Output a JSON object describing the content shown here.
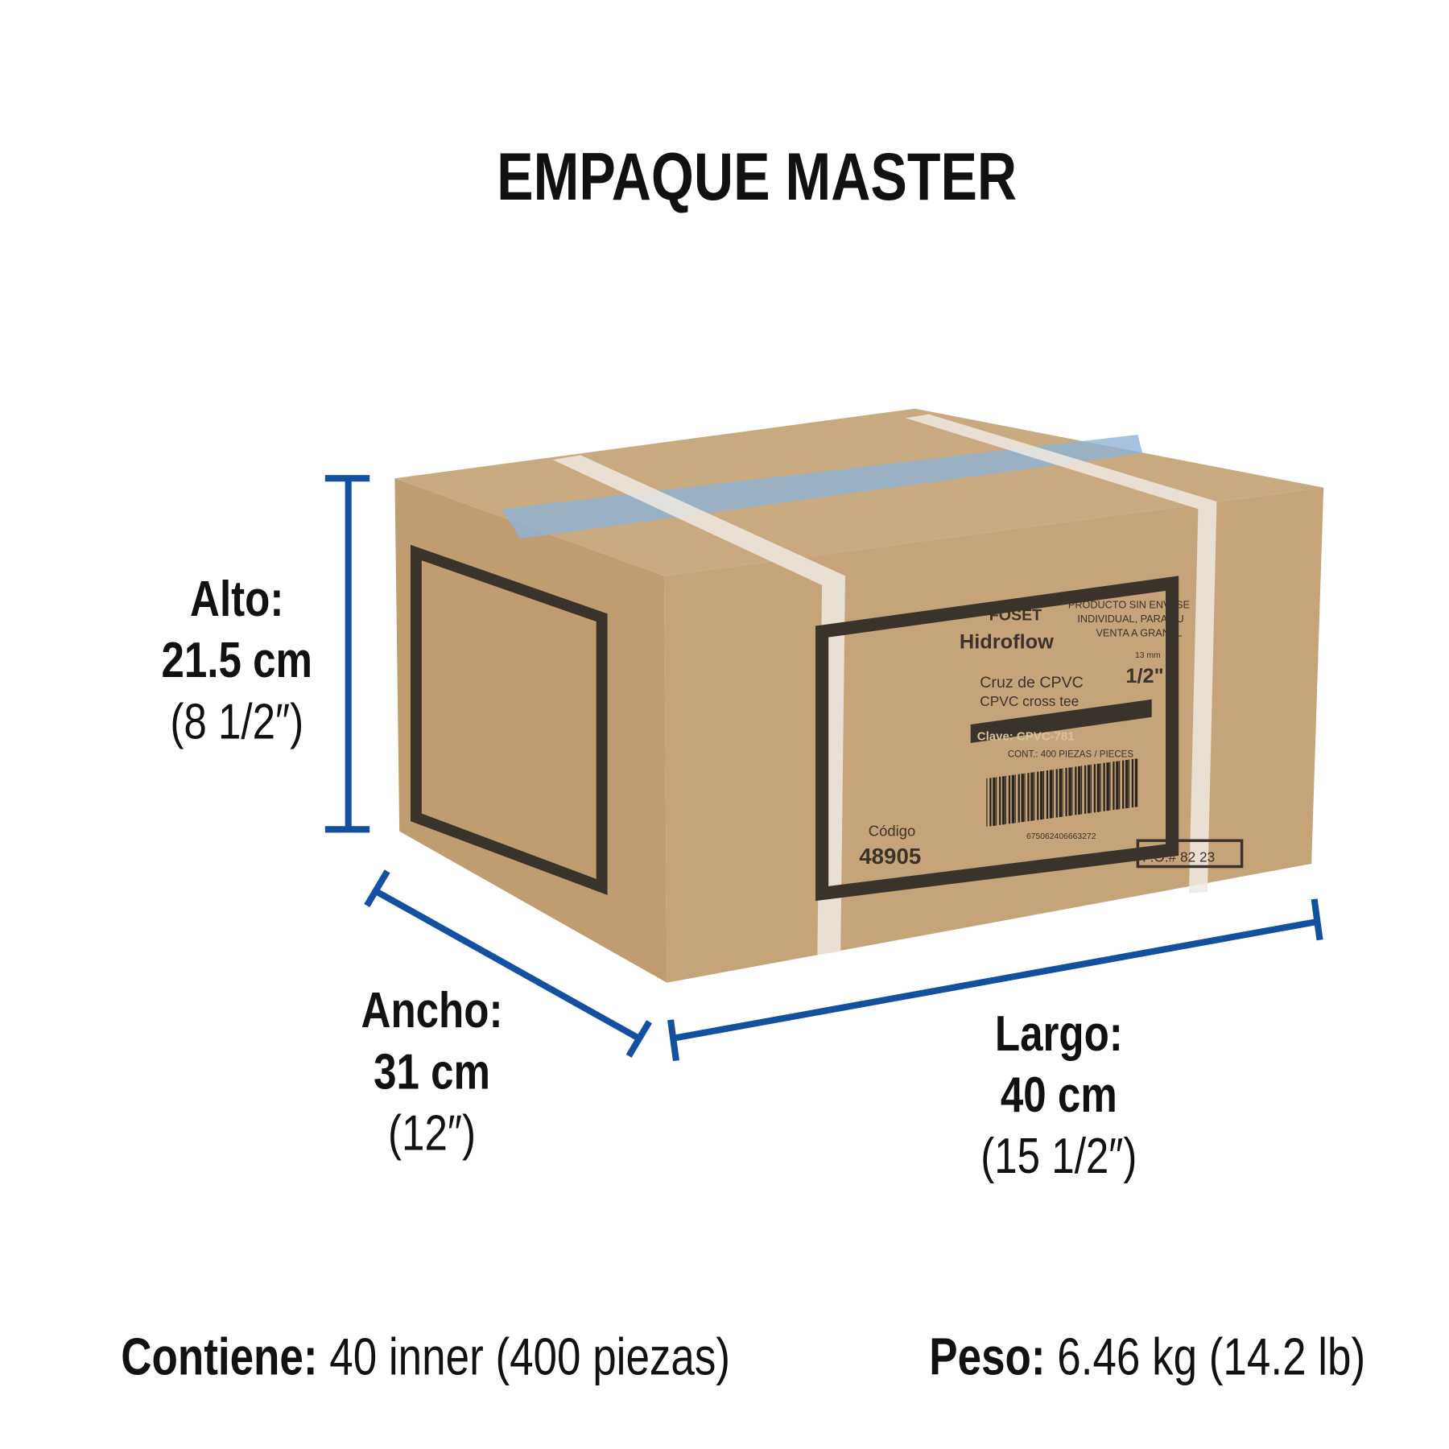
{
  "title": "EMPAQUE MASTER",
  "dimensions": {
    "alto": {
      "label": "Alto:",
      "metric": "21.5 cm",
      "imperial": "(8 1/2″)"
    },
    "ancho": {
      "label": "Ancho:",
      "metric": "31 cm",
      "imperial": "(12″)"
    },
    "largo": {
      "label": "Largo:",
      "metric": "40 cm",
      "imperial": "(15 1/2″)"
    }
  },
  "footer": {
    "contiene_label": "Contiene:",
    "contiene_value": "40 inner (400 piezas)",
    "peso_label": "Peso:",
    "peso_value": "6.46 kg (14.2 lb)"
  },
  "box_label": {
    "brand": "FOSET",
    "product_line": "Hidroflow",
    "notice": [
      "PRODUCTO SIN ENVASE",
      "INDIVIDUAL, PARA SU",
      "VENTA A GRANEL"
    ],
    "name_es": "Cruz de CPVC",
    "name_en": "CPVC cross tee",
    "size_mm": "13 mm",
    "size_in": "1/2\"",
    "clave": "Clave: CPVC-781",
    "contents": "CONT.: 400 PIEZAS / PIECES",
    "barcode": "675062406663272",
    "codigo_label": "Código",
    "codigo": "48905",
    "po": "P.O.# 82  23"
  },
  "colors": {
    "dimension_line": "#1450a0",
    "cardboard": "#c7a57a",
    "text": "#111111"
  }
}
